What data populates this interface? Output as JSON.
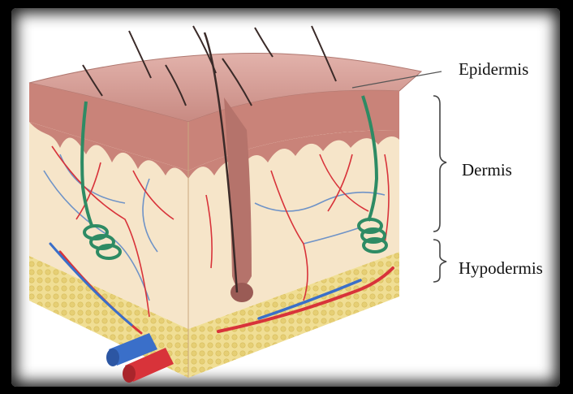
{
  "labels": {
    "epidermis": "Epidermis",
    "dermis": "Dermis",
    "hypodermis": "Hypodermis"
  },
  "colors": {
    "epidermis_top": "#d9a39c",
    "epidermis_layer": "#c98379",
    "dermis": "#f6e5c9",
    "hypodermis": "#ecd98c",
    "hair": "#3a2a28",
    "artery": "#d8333a",
    "vein": "#3a6fc9",
    "sweat_gland": "#2e8b64",
    "nerve": "#6f93c7"
  },
  "icons": [
    "skin-block",
    "hair-follicle",
    "sweat-gland-coil",
    "blood-vessel",
    "bracket"
  ]
}
